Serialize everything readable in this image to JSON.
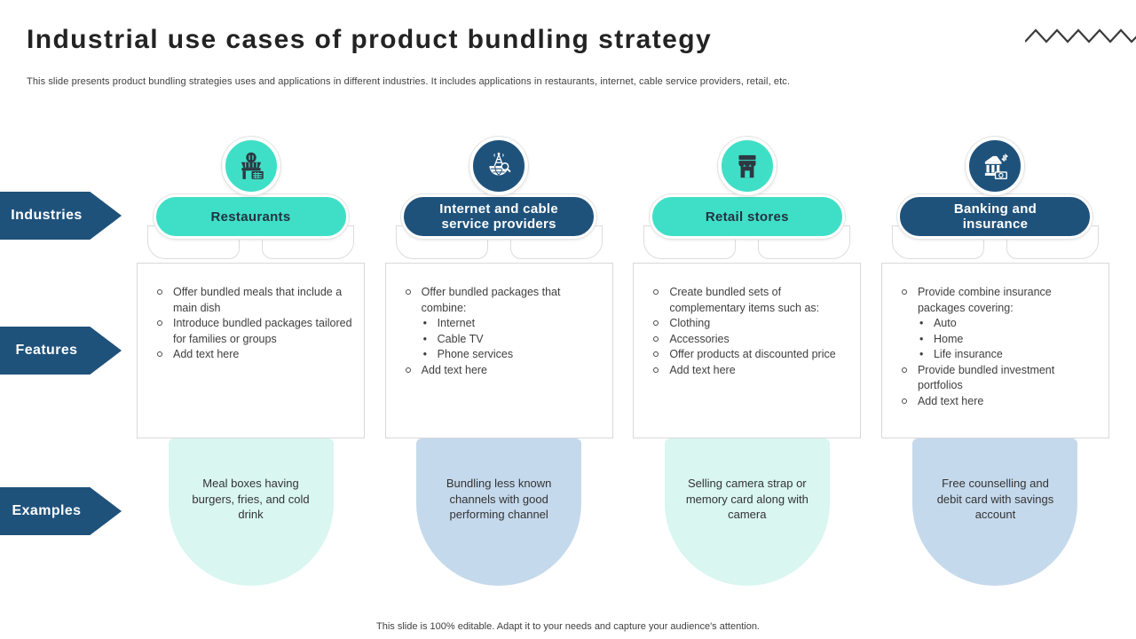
{
  "slide": {
    "title": "Industrial use cases of product bundling strategy",
    "subtitle": "This slide presents product bundling strategies uses and applications in different industries. It includes applications in restaurants, internet, cable service providers, retail, etc.",
    "footer": "This slide is 100% editable. Adapt it to your needs and capture your audience's attention."
  },
  "row_labels": [
    {
      "label": "Industries"
    },
    {
      "label": "Features"
    },
    {
      "label": "Examples"
    }
  ],
  "colors": {
    "navy": "#1F527B",
    "teal": "#3FDFC7",
    "example_mint": "#D9F6F0",
    "example_blue": "#C5D9EC",
    "box_border": "#d9d9d9",
    "title_text": "#232323",
    "body_text": "#3f3f3f"
  },
  "decorations": {
    "zigzag_icon": "zigzag-icon"
  },
  "columns": [
    {
      "id": "restaurants",
      "theme": "teal",
      "icon": "food-stall-icon",
      "title": "Restaurants",
      "features": [
        {
          "text": "Offer bundled meals that include a main dish",
          "sub": []
        },
        {
          "text": "Introduce bundled packages tailored for families or groups",
          "sub": []
        },
        {
          "text": "Add text here",
          "sub": []
        }
      ],
      "example": "Meal boxes having burgers, fries, and cold drink"
    },
    {
      "id": "internet-cable",
      "theme": "navy",
      "icon": "antenna-globe-icon",
      "title": "Internet and cable service providers",
      "features": [
        {
          "text": "Offer bundled packages that combine:",
          "sub": [
            "Internet",
            "Cable TV",
            "Phone services"
          ]
        },
        {
          "text": "Add text here",
          "sub": []
        }
      ],
      "example": "Bundling less known channels with good performing channel"
    },
    {
      "id": "retail-stores",
      "theme": "teal",
      "icon": "storefront-icon",
      "title": "Retail stores",
      "features": [
        {
          "text": "Create bundled sets of complementary items such as:",
          "sub": []
        },
        {
          "text": "Clothing",
          "sub": []
        },
        {
          "text": "Accessories",
          "sub": []
        },
        {
          "text": "Offer products at discounted price",
          "sub": []
        },
        {
          "text": "Add text here",
          "sub": []
        }
      ],
      "example": "Selling camera strap or memory card along with camera"
    },
    {
      "id": "banking-insurance",
      "theme": "navy",
      "icon": "bank-icon",
      "title": "Banking and insurance",
      "features": [
        {
          "text": "Provide combine insurance packages covering:",
          "sub": [
            "Auto",
            "Home",
            "Life insurance"
          ]
        },
        {
          "text": "Provide bundled investment portfolios",
          "sub": []
        },
        {
          "text": "Add text here",
          "sub": []
        }
      ],
      "example": "Free counselling and debit card with savings account"
    }
  ]
}
